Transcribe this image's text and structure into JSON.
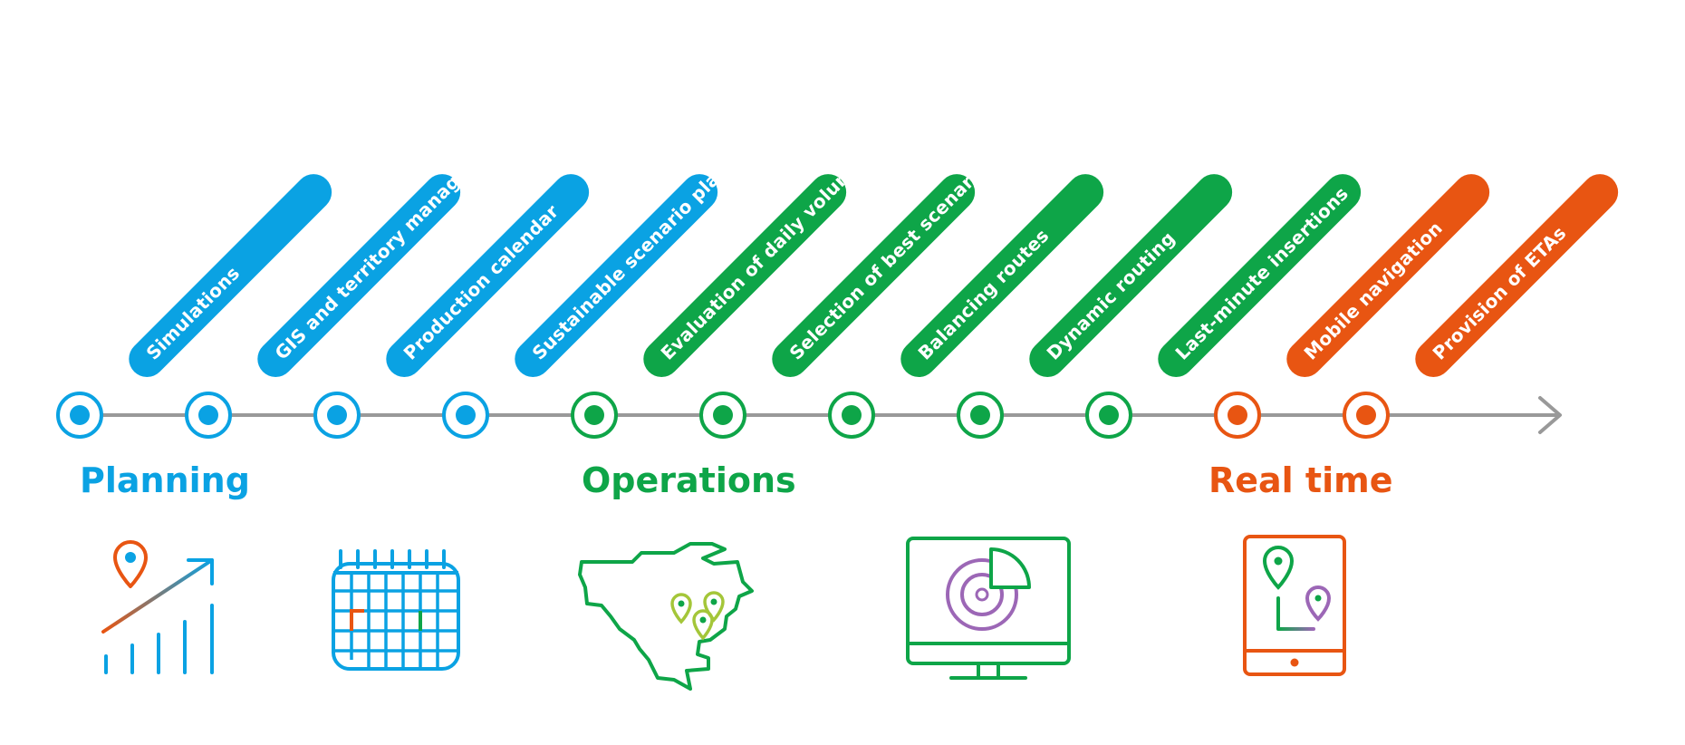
{
  "colors": {
    "planning": "#0aa2e3",
    "operations": "#0ea548",
    "realtime": "#e85512",
    "axis": "#999999",
    "purple": "#9c67b6",
    "lime": "#a4c639"
  },
  "steps": [
    {
      "label": "Simulations",
      "phase": "planning"
    },
    {
      "label": "GIS and territory management",
      "phase": "planning"
    },
    {
      "label": "Production calendar",
      "phase": "planning"
    },
    {
      "label": "Sustainable scenario planning",
      "phase": "planning"
    },
    {
      "label": "Evaluation of daily volumes",
      "phase": "operations"
    },
    {
      "label": "Selection of best scenario",
      "phase": "operations"
    },
    {
      "label": "Balancing routes",
      "phase": "operations"
    },
    {
      "label": "Dynamic routing",
      "phase": "operations"
    },
    {
      "label": "Last-minute insertions",
      "phase": "operations"
    },
    {
      "label": "Mobile navigation",
      "phase": "realtime"
    },
    {
      "label": "Provision of ETAs",
      "phase": "realtime"
    }
  ],
  "phases": {
    "planning": "Planning",
    "operations": "Operations",
    "realtime": "Real time"
  },
  "icons": [
    "growth-chart-pin-icon",
    "calendar-icon",
    "territory-map-icon",
    "monitor-pie-chart-icon",
    "tablet-navigation-icon"
  ]
}
